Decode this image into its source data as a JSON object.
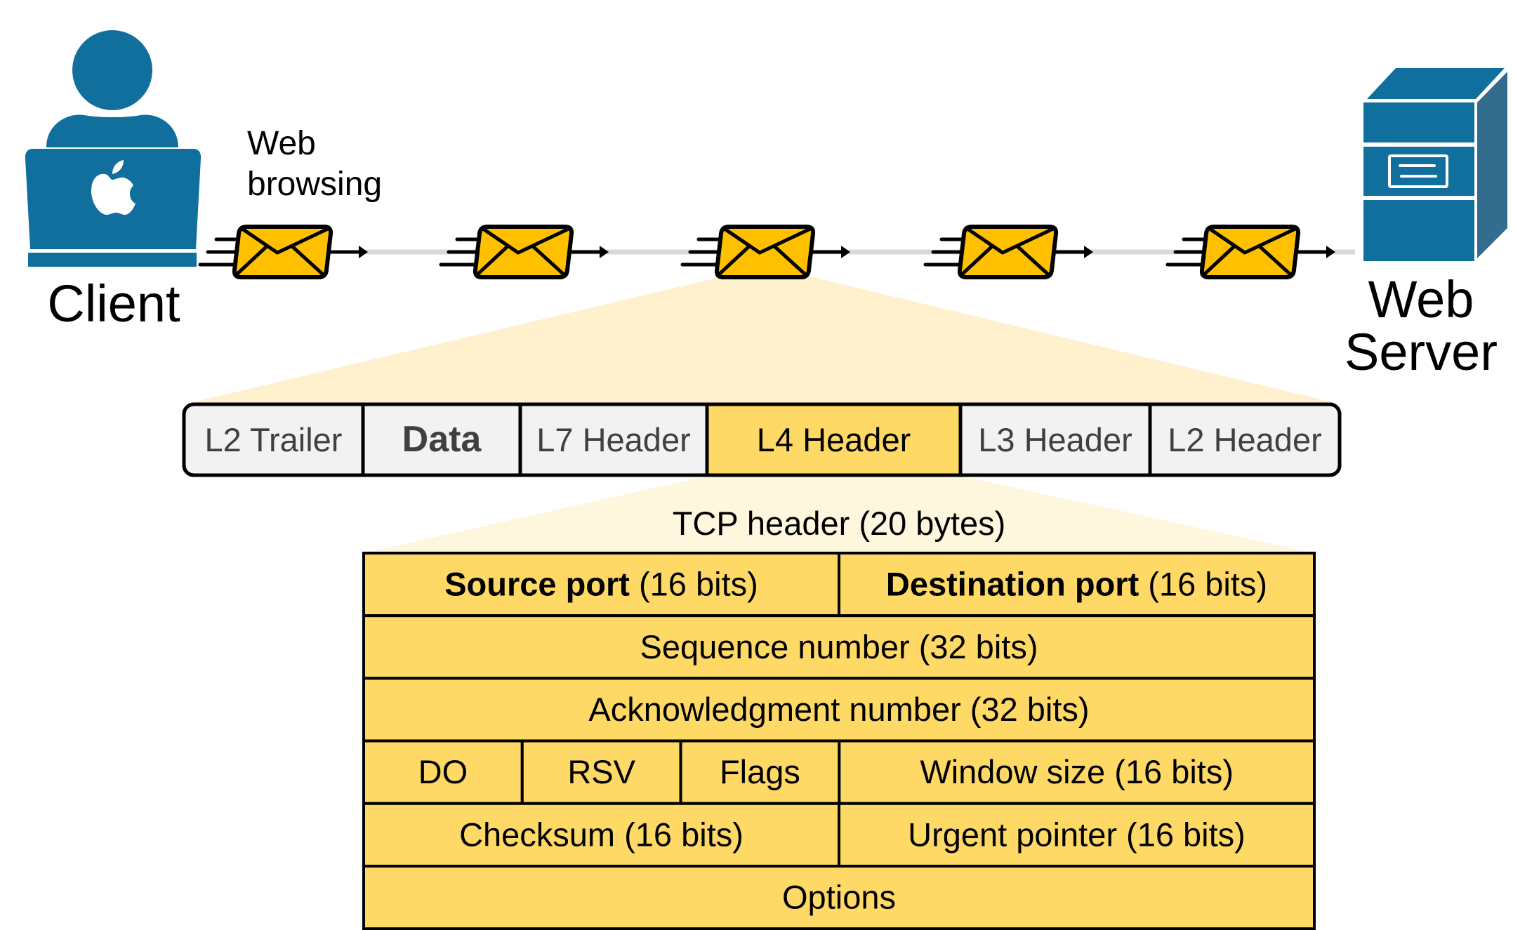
{
  "colors": {
    "icon_blue": "#106F9C",
    "icon_side": "#346C8D",
    "envelope": "#FFC000",
    "fan_outer": "#FFF0CE",
    "fan_inner": "#FFF6DE",
    "frame_gray": "#F2F2F2",
    "highlight": "#FFD966",
    "connector": "#D9D9D9"
  },
  "client": {
    "icon": "person-laptop-apple-icon",
    "label": "Client"
  },
  "action": {
    "line1": "Web",
    "line2": "browsing"
  },
  "packets": {
    "icon": "envelope-icon",
    "count": 5,
    "expanded_index": 2
  },
  "server": {
    "icon": "server-icon",
    "line1": "Web",
    "line2": "Server"
  },
  "frame": {
    "segments": [
      {
        "label": "L2 Trailer",
        "bold": false,
        "highlight": false
      },
      {
        "label": "Data",
        "bold": true,
        "highlight": false
      },
      {
        "label": "L7 Header",
        "bold": false,
        "highlight": false
      },
      {
        "label": "L4 Header",
        "bold": false,
        "highlight": true
      },
      {
        "label": "L3 Header",
        "bold": false,
        "highlight": false
      },
      {
        "label": "L2 Header",
        "bold": false,
        "highlight": false
      }
    ]
  },
  "tcp": {
    "title": "TCP header (20 bytes)",
    "rows": [
      [
        {
          "bold": "Source port",
          "rest": " (16 bits)",
          "span": 2
        },
        {
          "bold": "Destination port",
          "rest": " (16 bits)",
          "span": 2
        }
      ],
      [
        {
          "bold": "",
          "rest": "Sequence number (32 bits)",
          "span": 4
        }
      ],
      [
        {
          "bold": "",
          "rest": "Acknowledgment number (32 bits)",
          "span": 4
        }
      ],
      [
        {
          "bold": "",
          "rest": "DO",
          "span": 0.667
        },
        {
          "bold": "",
          "rest": "RSV",
          "span": 0.667
        },
        {
          "bold": "",
          "rest": "Flags",
          "span": 0.667
        },
        {
          "bold": "",
          "rest": "Window size (16 bits)",
          "span": 2
        }
      ],
      [
        {
          "bold": "",
          "rest": "Checksum (16 bits)",
          "span": 2
        },
        {
          "bold": "",
          "rest": "Urgent pointer (16 bits)",
          "span": 2
        }
      ],
      [
        {
          "bold": "",
          "rest": "Options",
          "span": 4
        }
      ]
    ]
  }
}
